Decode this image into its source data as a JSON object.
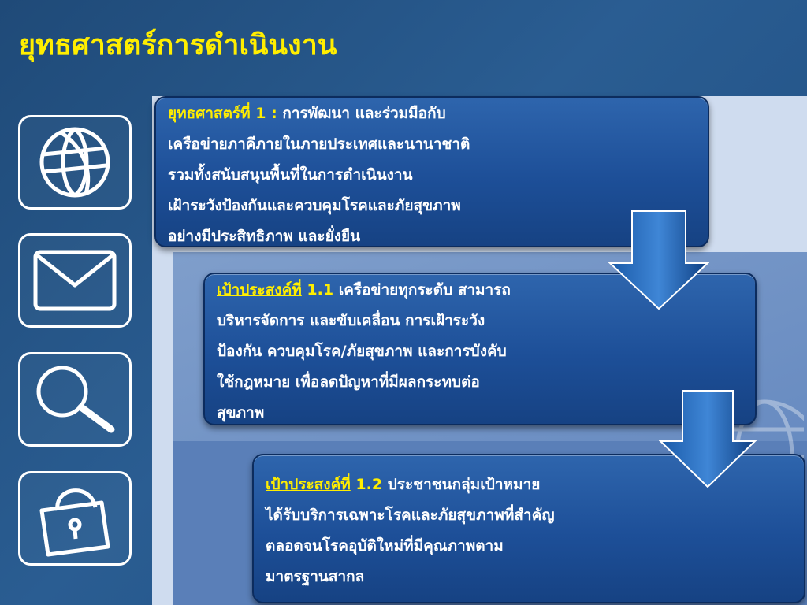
{
  "title": "ยุทธศาสตร์การดำเนินงาน",
  "icons": [
    "globe-icon",
    "envelope-icon",
    "magnifier-icon",
    "padlock-icon"
  ],
  "colors": {
    "heading": "#ffee00",
    "card": "#1d4f98",
    "background": "#1f4a78",
    "text": "#ffffff"
  },
  "strategy": {
    "heading": "ยุทธศาสตร์ที่ 1 :",
    "lines": [
      " การพัฒนา และร่วมมือกับ",
      "เครือข่ายภาคีภายในภายประเทศและนานาชาติ",
      "รวมทั้งสนับสนุนพื้นที่ในการดำเนินงาน",
      "เฝ้าระวังป้องกันและควบคุมโรคและภัยสุขภาพ",
      "อย่างมีประสิทธิภาพ และยั่งยืน"
    ]
  },
  "objective_1": {
    "heading": "เป้าประสงค์ที่",
    "number": " 1.1",
    "lines": [
      " เครือข่ายทุกระดับ สามารถ",
      "บริหารจัดการ และขับเคลื่อน การเฝ้าระวัง",
      "ป้องกัน ควบคุมโรค/ภัยสุขภาพ และการบังคับ",
      "ใช้กฎหมาย เพื่อลดปัญหาที่มีผลกระทบต่อ",
      "สุขภาพ"
    ]
  },
  "objective_2": {
    "heading": "เป้าประสงค์ที่",
    "number": " 1.2",
    "lines": [
      " ประชาชนกลุ่มเป้าหมาย",
      "ได้รับบริการเฉพาะโรคและภัยสุขภาพที่สำคัญ",
      "ตลอดจนโรคอุบัติใหม่ที่มีคุณภาพตาม",
      "มาตรฐานสากล"
    ]
  }
}
